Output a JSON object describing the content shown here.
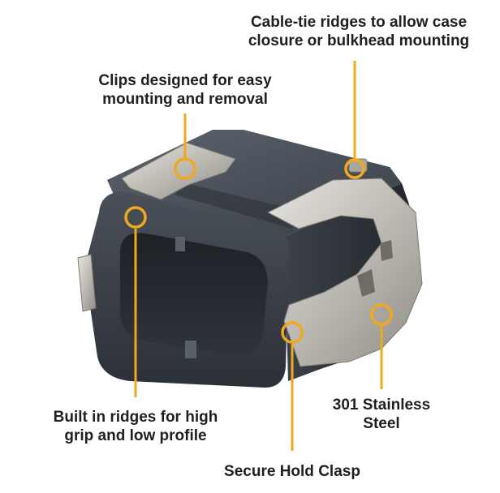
{
  "accent_color": "#f0a81e",
  "callouts": {
    "cable_tie": {
      "line1": "Cable-tie ridges to allow case",
      "line2": "closure or bulkhead mounting"
    },
    "clips": {
      "line1": "Clips designed for easy",
      "line2": "mounting and removal"
    },
    "ridges": {
      "line1": "Built in ridges for high",
      "line2": "grip and low profile"
    },
    "steel": {
      "line1": "301 Stainless",
      "line2": "Steel"
    },
    "clasp": {
      "line1": "Secure Hold Clasp"
    }
  }
}
